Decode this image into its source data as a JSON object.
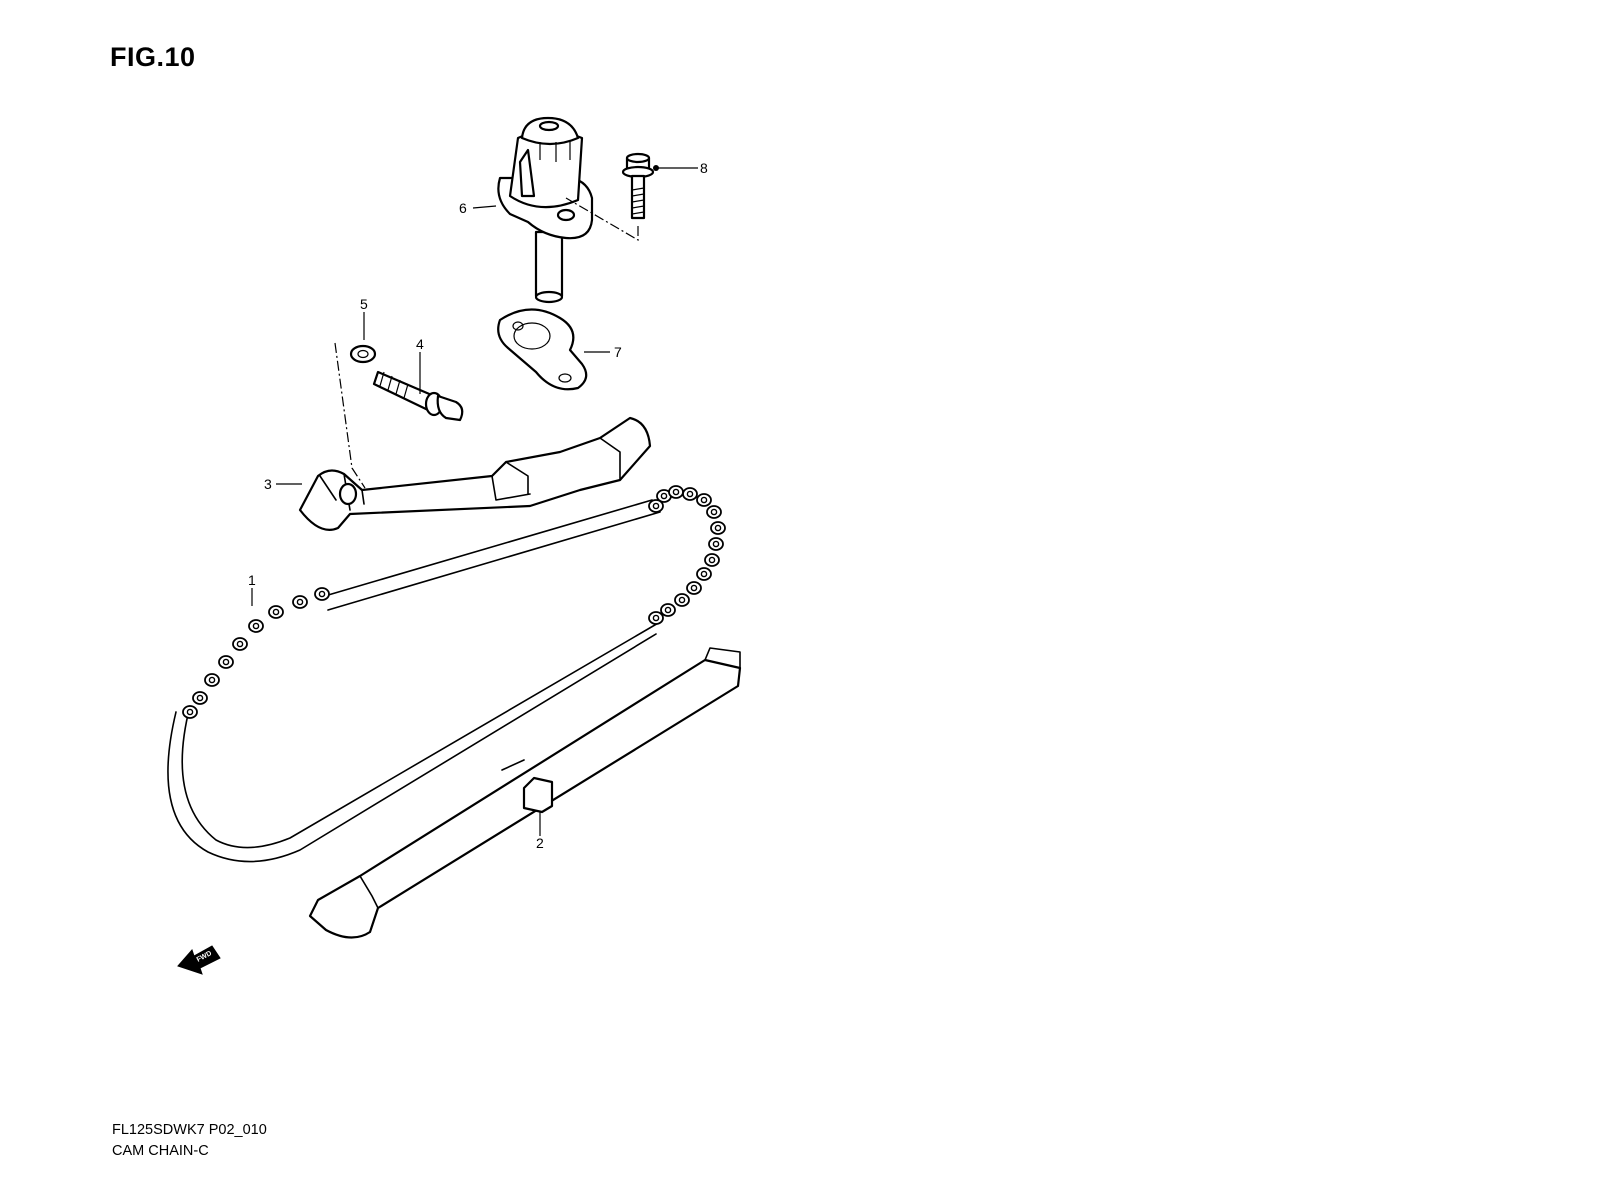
{
  "figure": {
    "title": "FIG.10",
    "footer_code": "FL125SDWK7 P02_010",
    "footer_name": "CAM CHAIN-C"
  },
  "callouts": {
    "p1": "1",
    "p2": "2",
    "p3": "3",
    "p4": "4",
    "p5": "5",
    "p6": "6",
    "p7": "7",
    "p8": "8"
  },
  "fwd_label": "FWD"
}
